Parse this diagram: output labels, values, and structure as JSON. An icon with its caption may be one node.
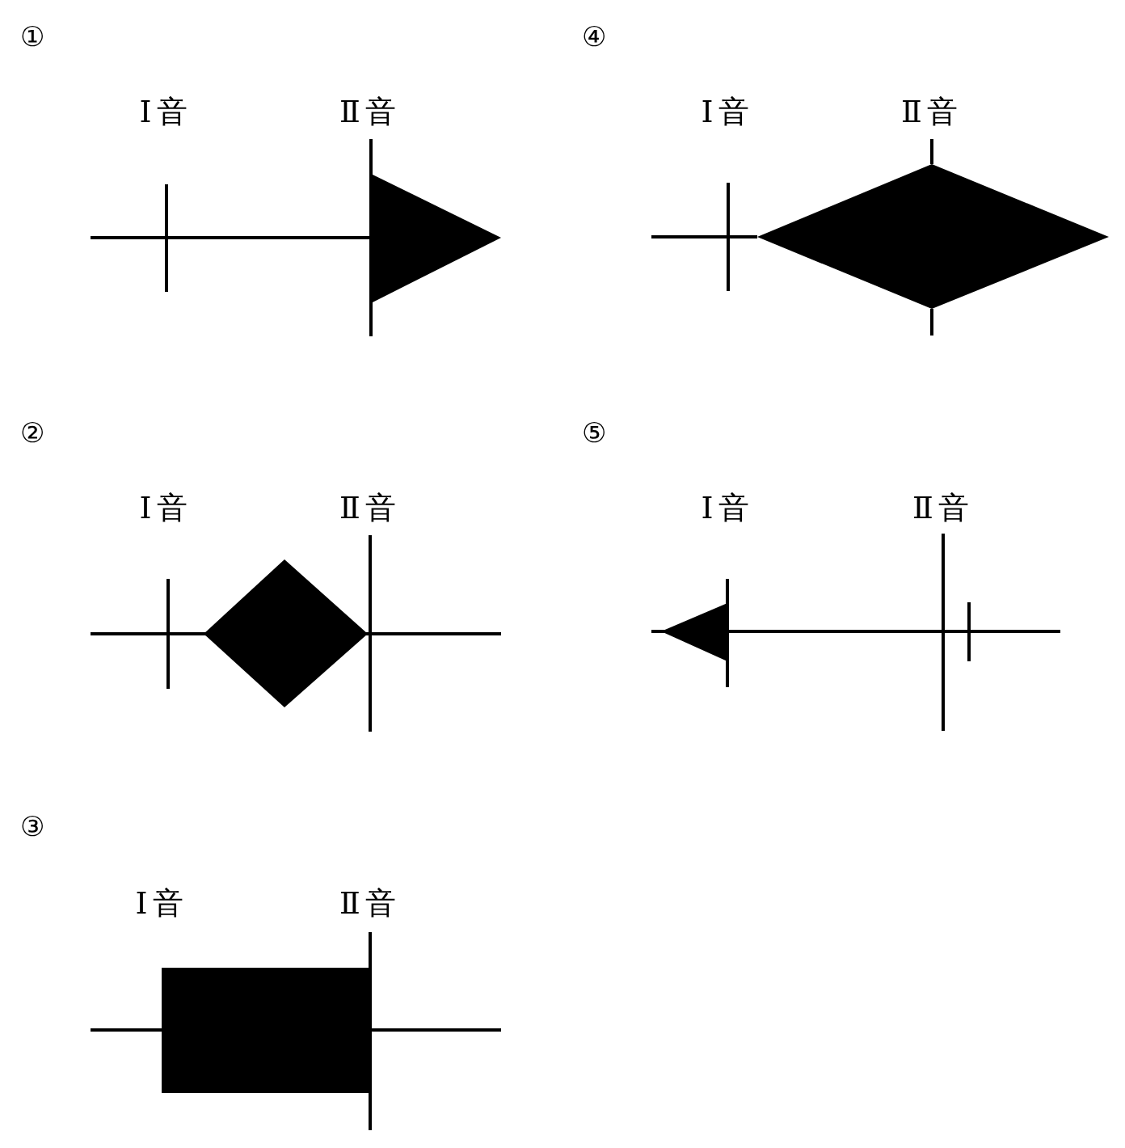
{
  "diagram": {
    "labels": [
      "①",
      "Ⅰ音",
      "Ⅱ音",
      "④",
      "Ⅰ音",
      "Ⅱ音",
      "②",
      "Ⅰ音",
      "Ⅱ音",
      "⑤",
      "Ⅰ音",
      "Ⅱ音",
      "③",
      "Ⅰ音",
      "Ⅱ音"
    ]
  }
}
